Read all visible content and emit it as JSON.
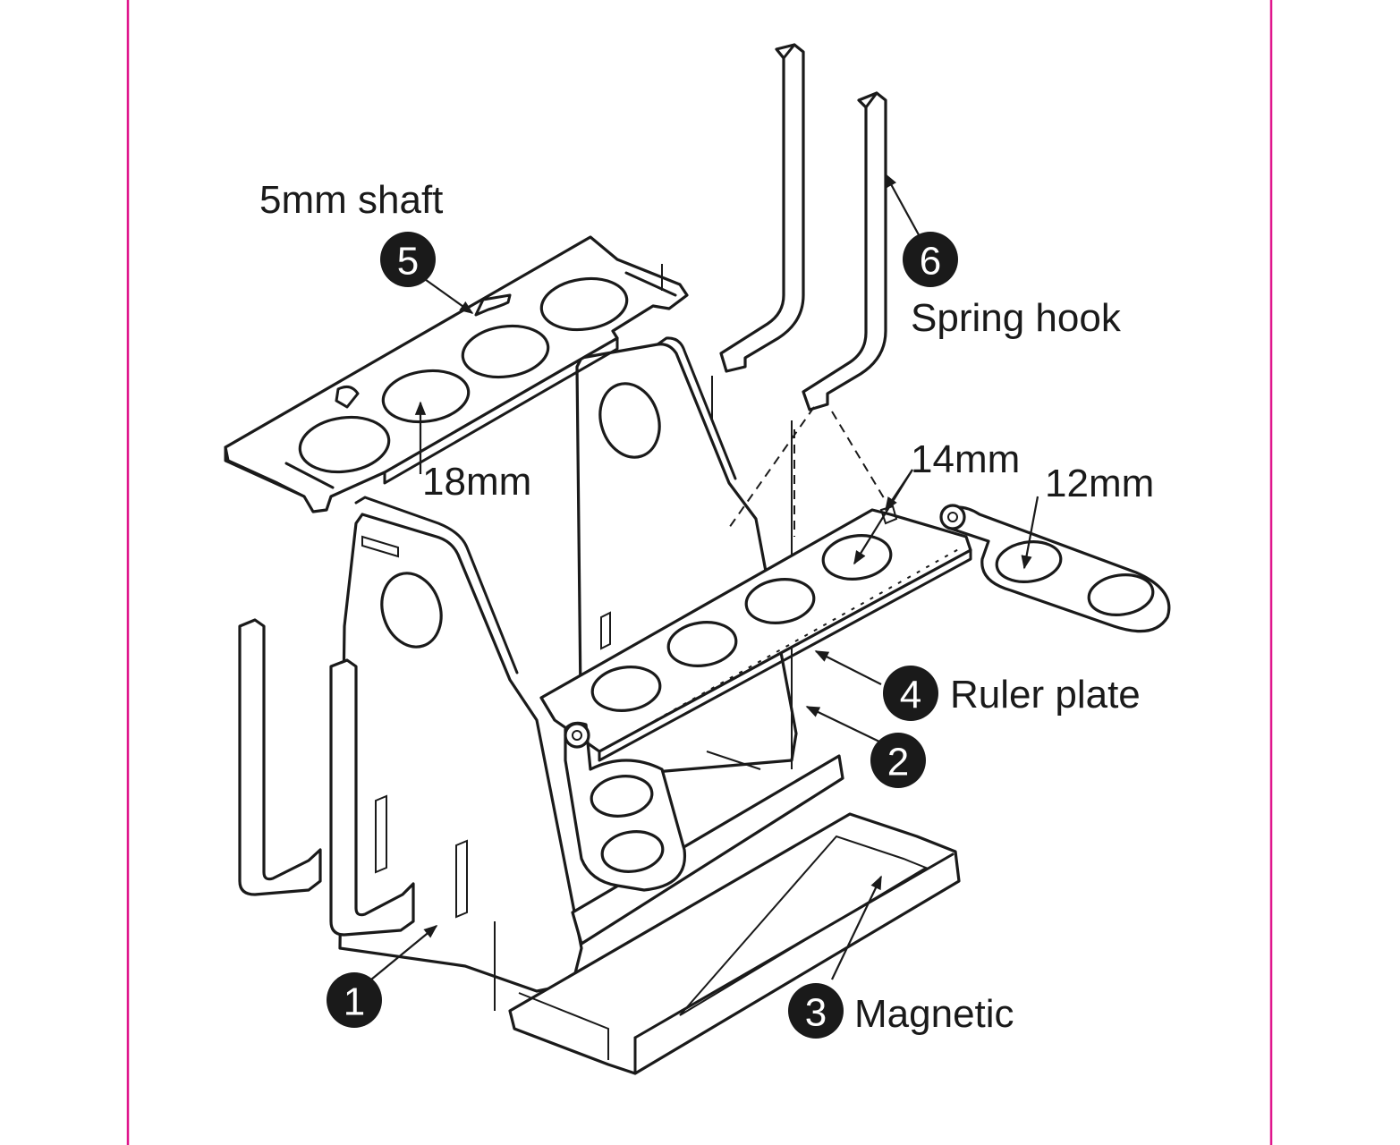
{
  "colors": {
    "frame": "#e0168c",
    "ink": "#1a1a1a",
    "background": "#ffffff"
  },
  "labels": {
    "shaft": "5mm shaft",
    "hole_18": "18mm",
    "hole_14": "14mm",
    "hole_12": "12mm",
    "spring_hook": "Spring hook",
    "ruler_plate": "Ruler plate",
    "magnetic": "Magnetic"
  },
  "badges": {
    "b1": "1",
    "b2": "2",
    "b3": "3",
    "b4": "4",
    "b5": "5",
    "b6": "6"
  }
}
